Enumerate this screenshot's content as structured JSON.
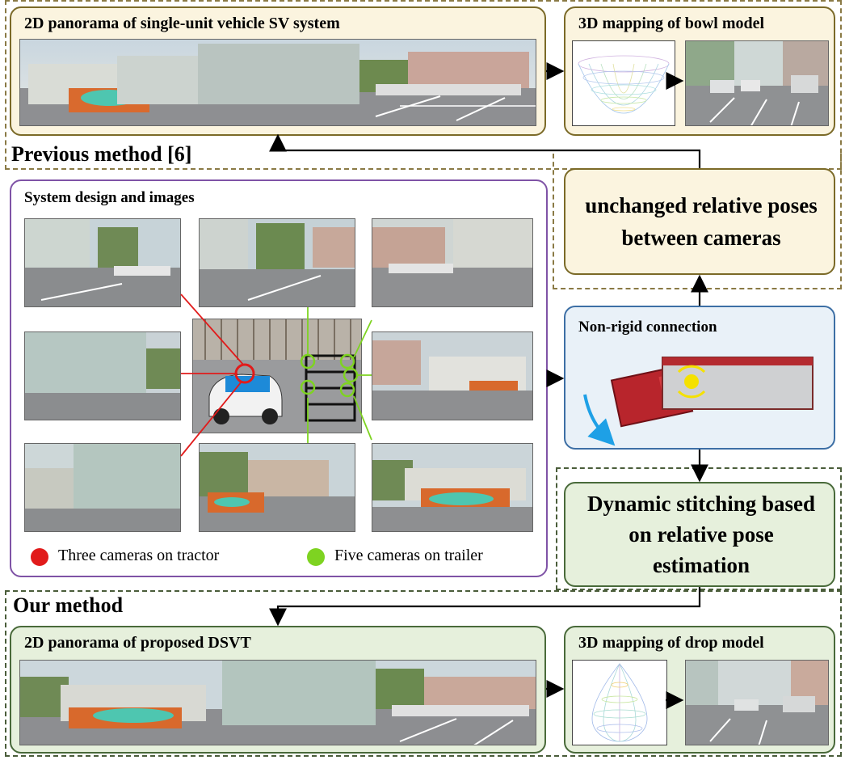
{
  "labels": {
    "top_panorama_title": "2D panorama of single-unit vehicle SV system",
    "bowl_title": "3D mapping of bowl model",
    "previous_method": "Previous method [6]",
    "system_design": "System design and images",
    "unchanged_poses": "unchanged relative poses between cameras",
    "non_rigid": "Non-rigid connection",
    "dynamic_stitching": "Dynamic stitching based on relative pose estimation",
    "our_method": "Our method",
    "bottom_panorama_title": "2D panorama of proposed DSVT",
    "drop_title": "3D mapping of drop model",
    "legend_tractor": "Three cameras on tractor",
    "legend_trailer": "Five cameras on trailer"
  },
  "colors": {
    "tractor_marker": "#e11b1b",
    "trailer_marker": "#7ed321",
    "yellow_panel": "#fbf4df",
    "green_panel": "#e6f0dc",
    "blue_panel": "#e9f1f8",
    "purple_border": "#7f53a6",
    "rotation_arrow": "#f5e100",
    "motion_arrow": "#1ea0e6"
  }
}
